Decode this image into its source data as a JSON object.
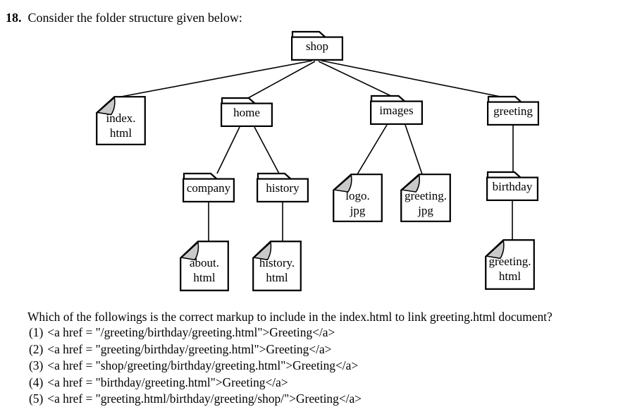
{
  "question": {
    "number": "18.",
    "intro": "Consider the folder structure given below:",
    "prompt": "Which of the followings is the correct markup to include in the index.html to link greeting.html document?",
    "options": [
      {
        "label": "(1)",
        "markup": "<a href = \"/greeting/birthday/greeting.html\">Greeting</a>"
      },
      {
        "label": "(2)",
        "markup": "<a href = \"greeting/birthday/greeting.html\">Greeting</a>"
      },
      {
        "label": "(3)",
        "markup": "<a href = \"shop/greeting/birthday/greeting.html\">Greeting</a>"
      },
      {
        "label": "(4)",
        "markup": "<a href = \"birthday/greeting.html\">Greeting</a>"
      },
      {
        "label": "(5)",
        "markup": "<a href = \"greeting.html/birthday/greeting/shop/\">Greeting</a>"
      }
    ]
  },
  "tree": {
    "nodes": {
      "shop": {
        "type": "folder",
        "label": "shop"
      },
      "index_html": {
        "type": "file",
        "label": "index.\nhtml"
      },
      "home": {
        "type": "folder",
        "label": "home"
      },
      "images": {
        "type": "folder",
        "label": "images"
      },
      "greeting": {
        "type": "folder",
        "label": "greeting"
      },
      "company": {
        "type": "folder",
        "label": "company"
      },
      "history": {
        "type": "folder",
        "label": "history"
      },
      "logo_jpg": {
        "type": "file",
        "label": "logo.\njpg"
      },
      "greeting_jpg": {
        "type": "file",
        "label": "greeting.\njpg"
      },
      "birthday": {
        "type": "folder",
        "label": "birthday"
      },
      "about_html": {
        "type": "file",
        "label": "about.\nhtml"
      },
      "history_html": {
        "type": "file",
        "label": "history.\nhtml"
      },
      "greeting_html": {
        "type": "file",
        "label": "greeting.\nhtml"
      }
    }
  },
  "colors": {
    "ink": "#000000",
    "paper": "#ffffff",
    "fold_gray": "#c9c9c9"
  }
}
